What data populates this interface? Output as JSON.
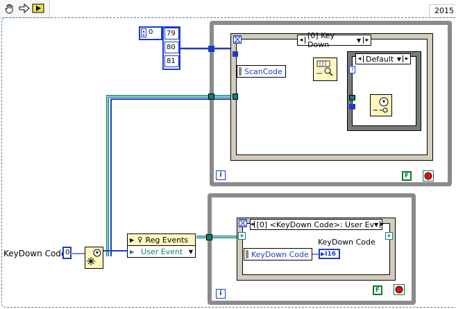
{
  "toolbar": {
    "icons": [
      "hand-icon",
      "arrow-icon",
      "run-icon"
    ]
  },
  "version": "2015",
  "array": {
    "index": "0",
    "values": [
      "79",
      "80",
      "81"
    ]
  },
  "event_structure_top": {
    "case_label": "[0] Key Down",
    "case_selector_left": "◂",
    "case_selector_right": "▸",
    "event_data_label": "ScanCode",
    "inner_case": {
      "label": "Default",
      "left": "◂",
      "right": "▸"
    },
    "iteration": "i",
    "stop_boolean": "F"
  },
  "event_structure_bottom": {
    "case_label": "[0] <KeyDown Code>: User Ev",
    "event_data_label": "KeyDown Code",
    "indicator_caption": "KeyDown Code",
    "indicator_type": "I16",
    "iteration": "i",
    "stop_boolean": "F"
  },
  "keydown_control": {
    "label": "KeyDown Code",
    "value": "0"
  },
  "reg_events": {
    "title": "Reg Events",
    "item": "User Event"
  },
  "colors": {
    "wire_blue": "#1a3cc8",
    "wire_teal": "#0b7f74",
    "loop_gray": "#8a8a8a",
    "stop_red": "#e01010",
    "boolean_green": "#0c7a2a"
  }
}
